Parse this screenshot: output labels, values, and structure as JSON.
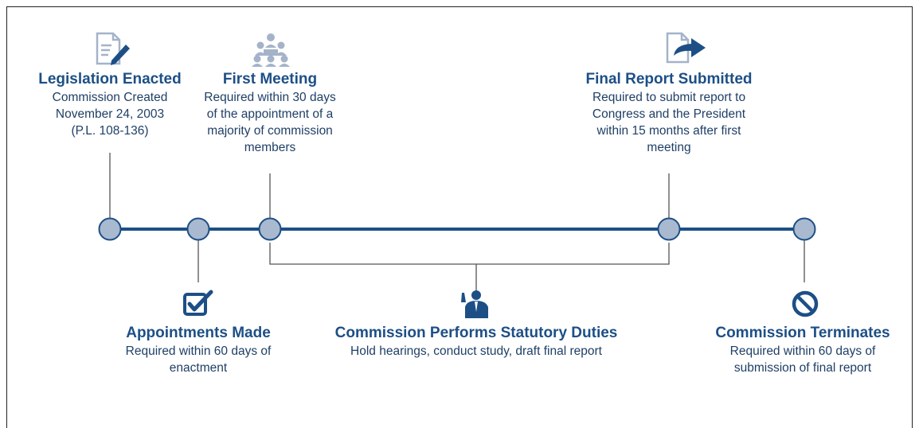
{
  "milestones": {
    "legislation": {
      "title": "Legislation Enacted",
      "lines": [
        "Commission Created",
        "November 24, 2003",
        "(P.L. 108-136)"
      ],
      "icon": "document-pencil-icon"
    },
    "first_meeting": {
      "title": "First Meeting",
      "lines": [
        "Required within 30 days",
        "of the appointment of a",
        "majority of commission",
        "members"
      ],
      "icon": "meeting-group-icon"
    },
    "final_report": {
      "title": "Final Report Submitted",
      "lines": [
        "Required to submit report to",
        "Congress and the President",
        "within 15 months after first",
        "meeting"
      ],
      "icon": "document-forward-arrow-icon"
    },
    "appointments": {
      "title": "Appointments Made",
      "lines": [
        "Required within 60 days of",
        "enactment"
      ],
      "icon": "checkbox-checked-icon"
    },
    "duties": {
      "title": "Commission Performs Statutory Duties",
      "lines": [
        "Hold hearings, conduct study, draft final report"
      ],
      "icon": "speaker-podium-icon"
    },
    "terminates": {
      "title": "Commission Terminates",
      "lines": [
        "Required within 60 days of",
        "submission of final report"
      ],
      "icon": "prohibited-icon"
    }
  },
  "colors": {
    "timeline": "#1d4f86",
    "node_fill": "#a9b9cf",
    "node_stroke": "#1d4f86",
    "connector": "#555555",
    "icon_light": "#a4b3c9",
    "icon_dark": "#1d4f86"
  }
}
